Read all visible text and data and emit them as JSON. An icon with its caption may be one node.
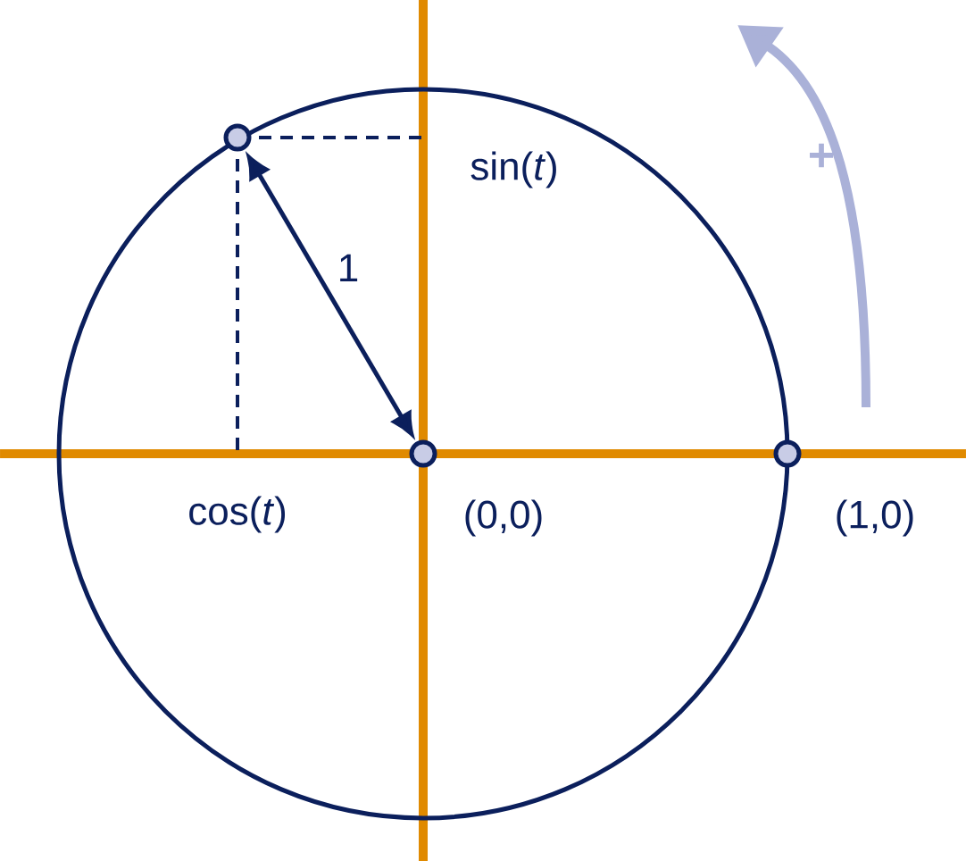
{
  "diagram": {
    "nodes": [
      {
        "text": [],
        "shape": "circle"
      },
      {
        "text": [],
        "shape": "circle",
        "beside": [
          "(0,0)"
        ]
      },
      {
        "text": [],
        "shape": "circle",
        "beside": [
          "(1,0)"
        ]
      }
    ],
    "edges": [
      {
        "from": 0,
        "to": 1,
        "arrow": "both",
        "label": "1"
      }
    ],
    "labels": [
      "+",
      "sin(*t*)",
      "cos(*t*)"
    ]
  }
}
